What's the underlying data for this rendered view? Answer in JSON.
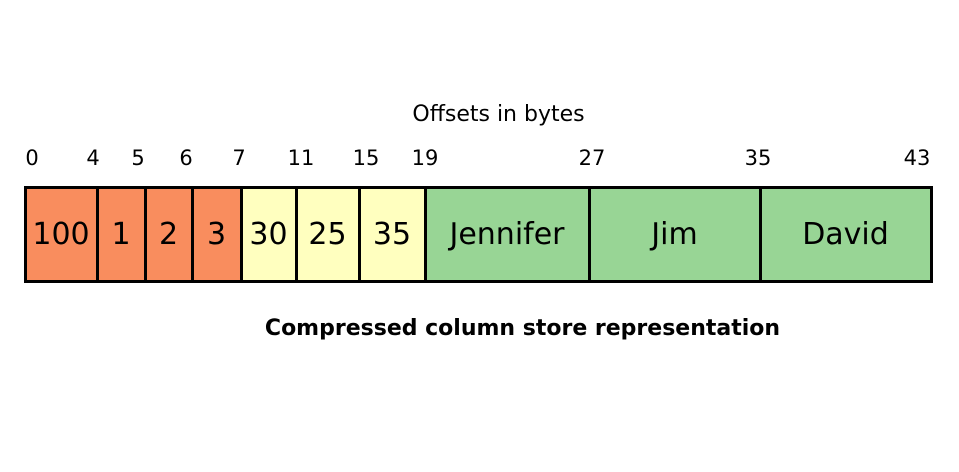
{
  "diagram": {
    "offsets_title": "Offsets in bytes",
    "caption": "Compressed column store representation",
    "colors": {
      "id": "#f98d5e",
      "age": "#ffffbf",
      "name": "#98d595"
    },
    "offsets": [
      "0",
      "4",
      "5",
      "6",
      "7",
      "11",
      "15",
      "19",
      "27",
      "35",
      "43"
    ],
    "cells": [
      {
        "label": "100",
        "group": "id"
      },
      {
        "label": "1",
        "group": "id"
      },
      {
        "label": "2",
        "group": "id"
      },
      {
        "label": "3",
        "group": "id"
      },
      {
        "label": "30",
        "group": "age"
      },
      {
        "label": "25",
        "group": "age"
      },
      {
        "label": "35",
        "group": "age"
      },
      {
        "label": "Jennifer",
        "group": "name"
      },
      {
        "label": "Jim",
        "group": "name"
      },
      {
        "label": "David",
        "group": "name"
      }
    ]
  }
}
